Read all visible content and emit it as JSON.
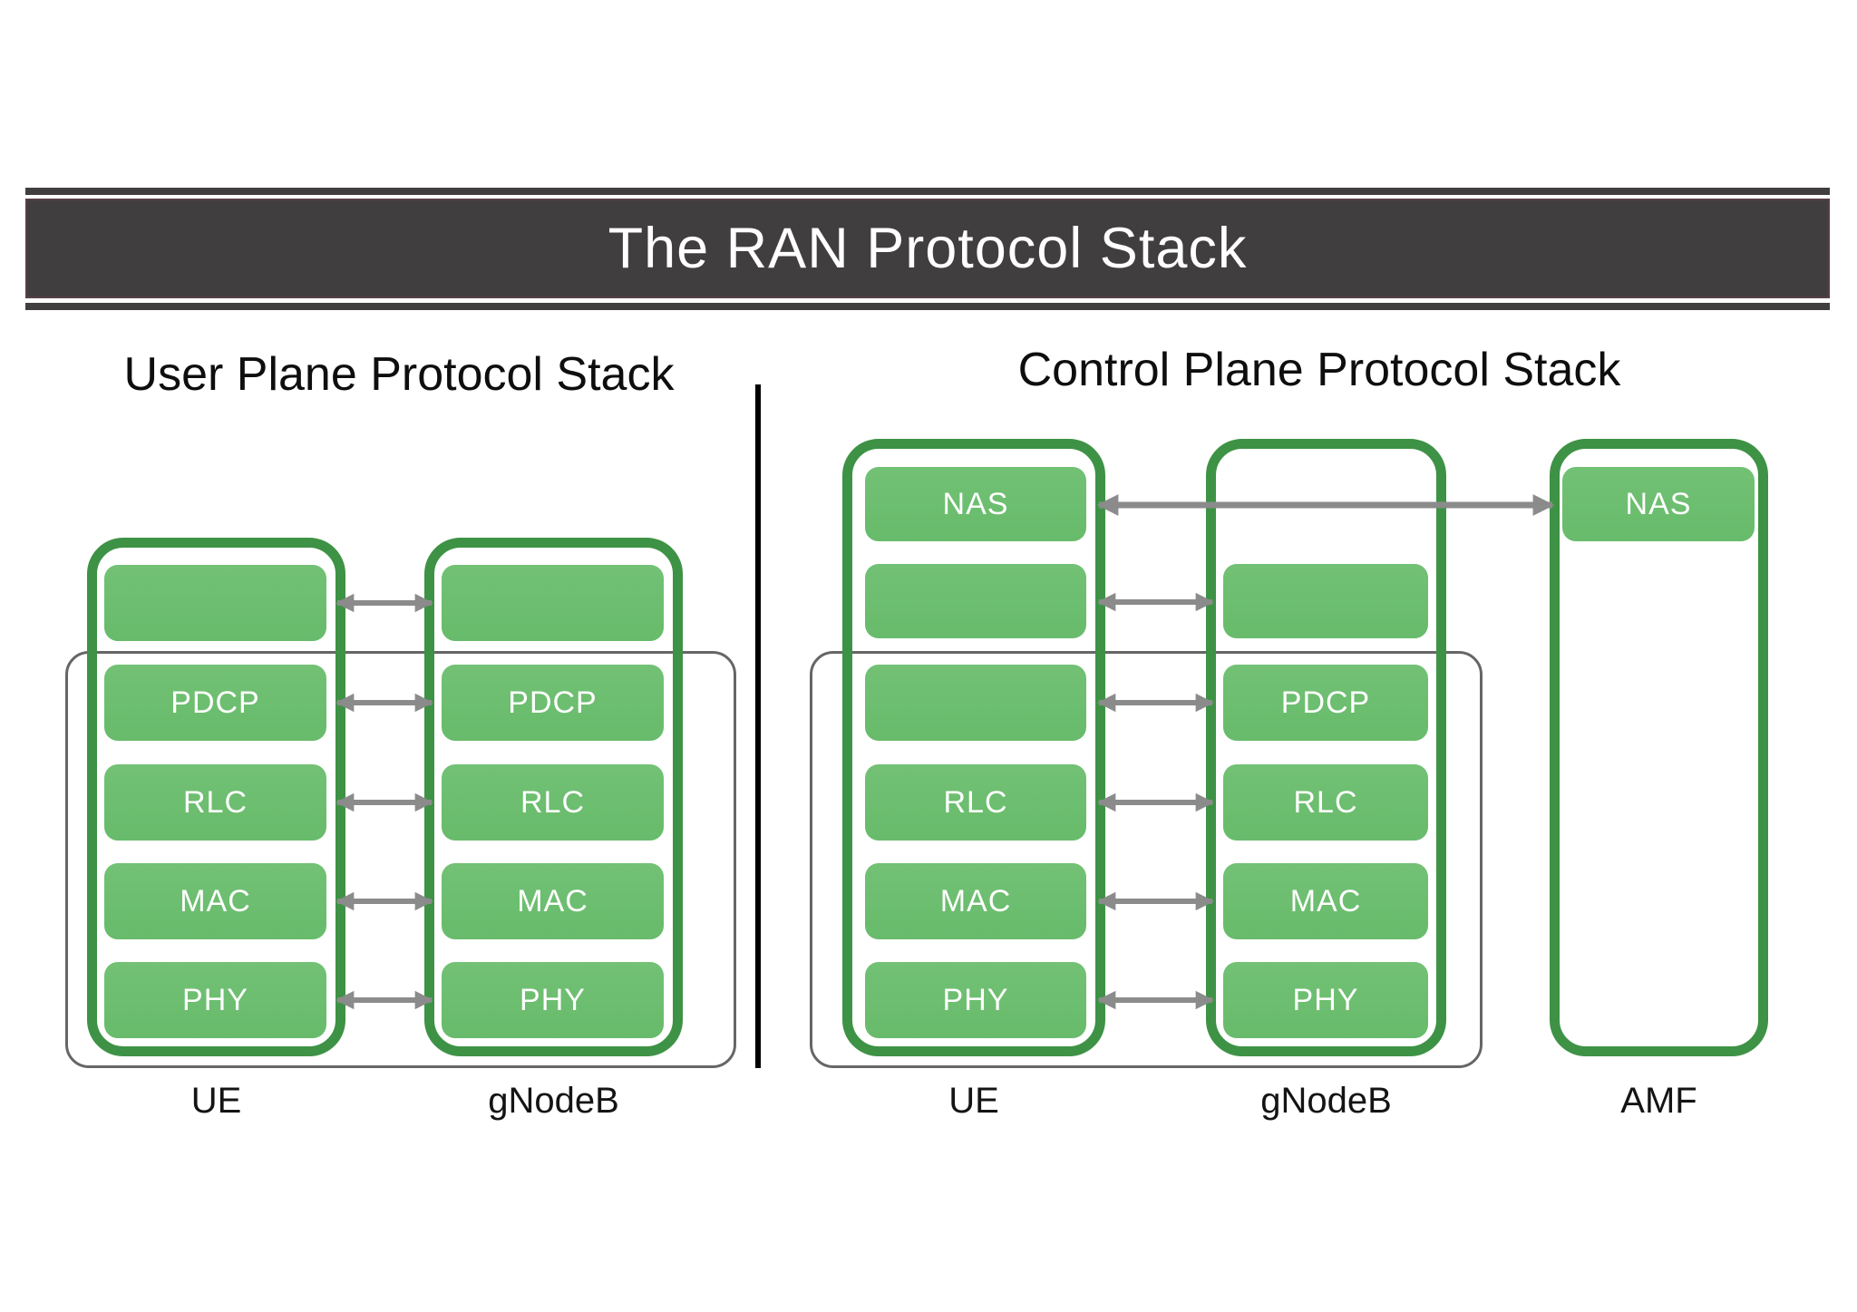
{
  "title_bar": {
    "title": "The RAN Protocol Stack"
  },
  "panels": {
    "user_plane": {
      "heading": "User Plane Protocol Stack",
      "ue": {
        "label": "UE",
        "layers": {
          "top": "",
          "pdcp": "PDCP",
          "rlc": "RLC",
          "mac": "MAC",
          "phy": "PHY"
        }
      },
      "gnodeb": {
        "label": "gNodeB",
        "layers": {
          "top": "",
          "pdcp": "PDCP",
          "rlc": "RLC",
          "mac": "MAC",
          "phy": "PHY"
        }
      }
    },
    "control_plane": {
      "heading": "Control Plane Protocol Stack",
      "ue": {
        "label": "UE",
        "layers": {
          "nas": "NAS",
          "rrc": "",
          "pdcp": "",
          "rlc": "RLC",
          "mac": "MAC",
          "phy": "PHY"
        }
      },
      "gnodeb": {
        "label": "gNodeB",
        "layers": {
          "rrc": "",
          "pdcp": "PDCP",
          "rlc": "RLC",
          "mac": "MAC",
          "phy": "PHY"
        }
      },
      "amf": {
        "label": "AMF",
        "layers": {
          "nas": "NAS"
        }
      }
    }
  },
  "colors": {
    "title_bar_bg": "#413e40",
    "title_text": "#ffffff",
    "box_fill": "#6cbd6e",
    "column_border": "#3e9245",
    "container_border": "#666666",
    "arrow": "#8b8b8b",
    "divider": "#000000"
  }
}
